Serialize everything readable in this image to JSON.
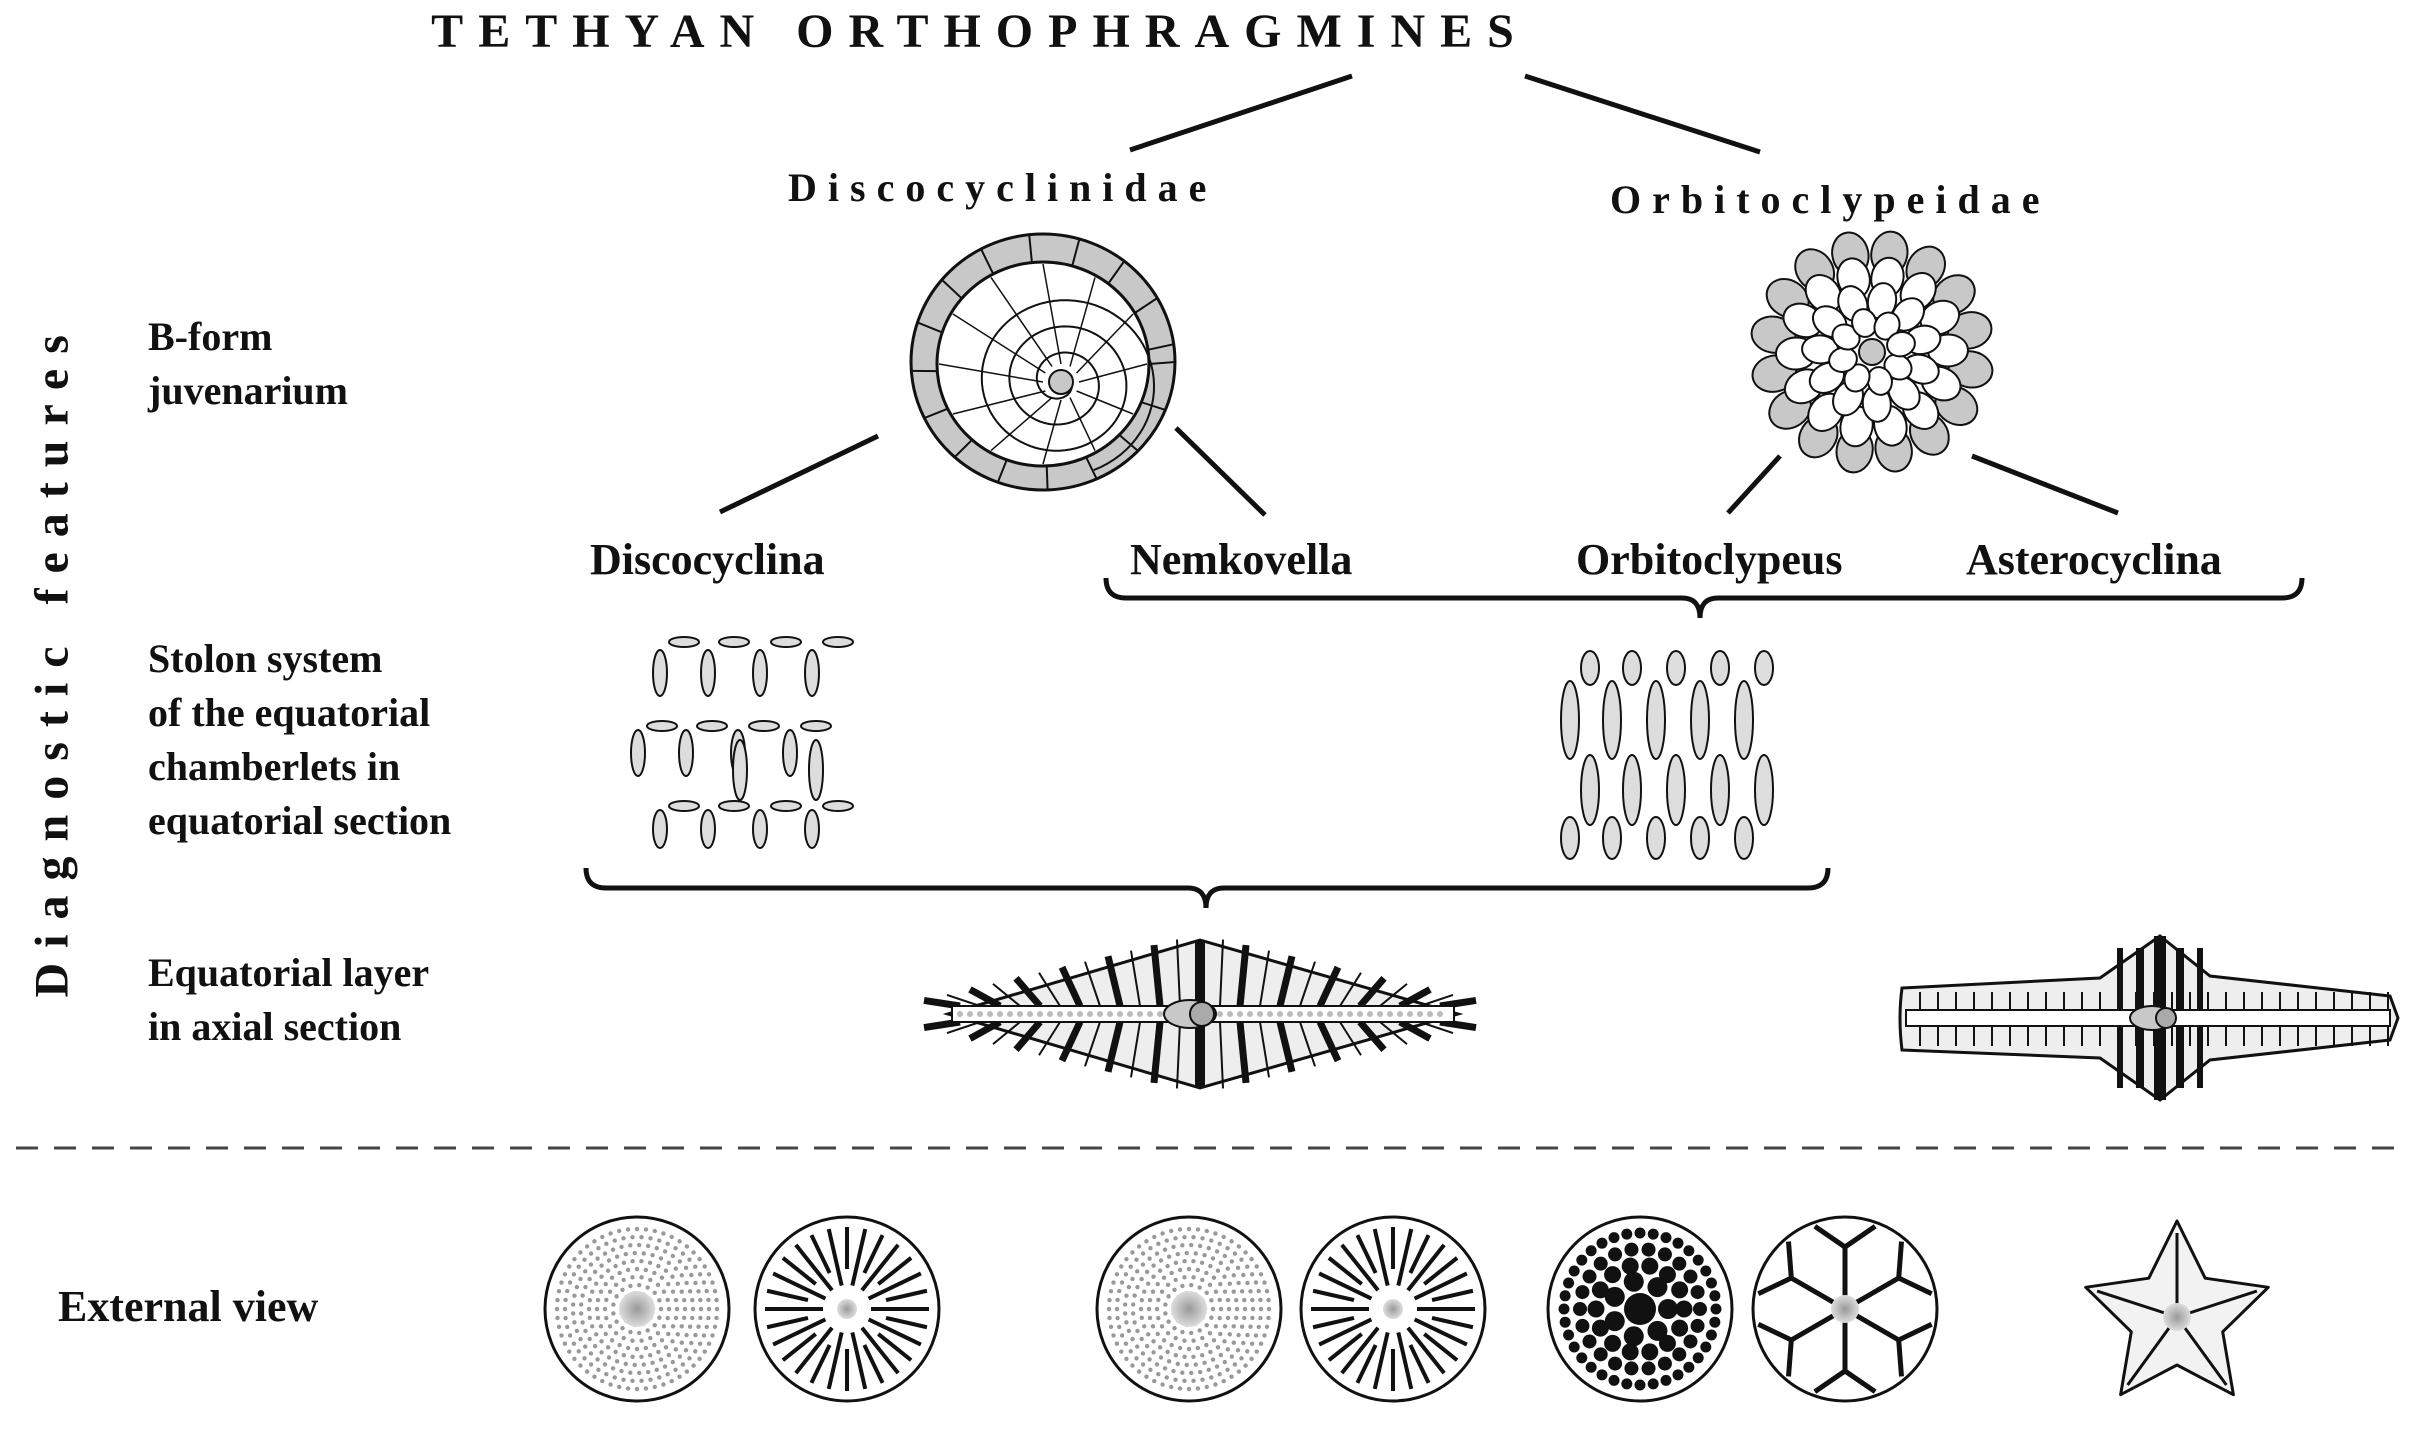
{
  "title": "TETHYAN ORTHOPHRAGMINES",
  "side_label": "Diagnostic features",
  "families": {
    "discocyclinidae": "Discocyclinidae",
    "orbitoclypeidae": "Orbitoclypeidae"
  },
  "genera": {
    "discocyclina": "Discocyclina",
    "nemkovella": "Nemkovella",
    "orbitoclypeus": "Orbitoclypeus",
    "asterocyclina": "Asterocyclina"
  },
  "features": {
    "juvenarium": [
      "B-form",
      "juvenarium"
    ],
    "stolon": [
      "Stolon system",
      "of the equatorial",
      "chamberlets in",
      "equatorial section"
    ],
    "equatorial_layer": [
      "Equatorial layer",
      "in axial section"
    ],
    "external_view": "External view"
  },
  "colors": {
    "ink": "#111111",
    "shading": "#c8c8c8",
    "center_dot": "#999999"
  },
  "icons": {
    "discocyclinid_juvenarium": "spiral-annular-embryo-icon",
    "orbitoclypeid_juvenarium": "rosette-embryo-icon",
    "external_views": [
      "granulate-disc-icon",
      "radial-lined-disc-icon",
      "granulate-disc-icon",
      "radial-lined-disc-icon",
      "pustulate-disc-icon",
      "forked-rib-disc-icon",
      "star-shaped-test-icon"
    ]
  }
}
